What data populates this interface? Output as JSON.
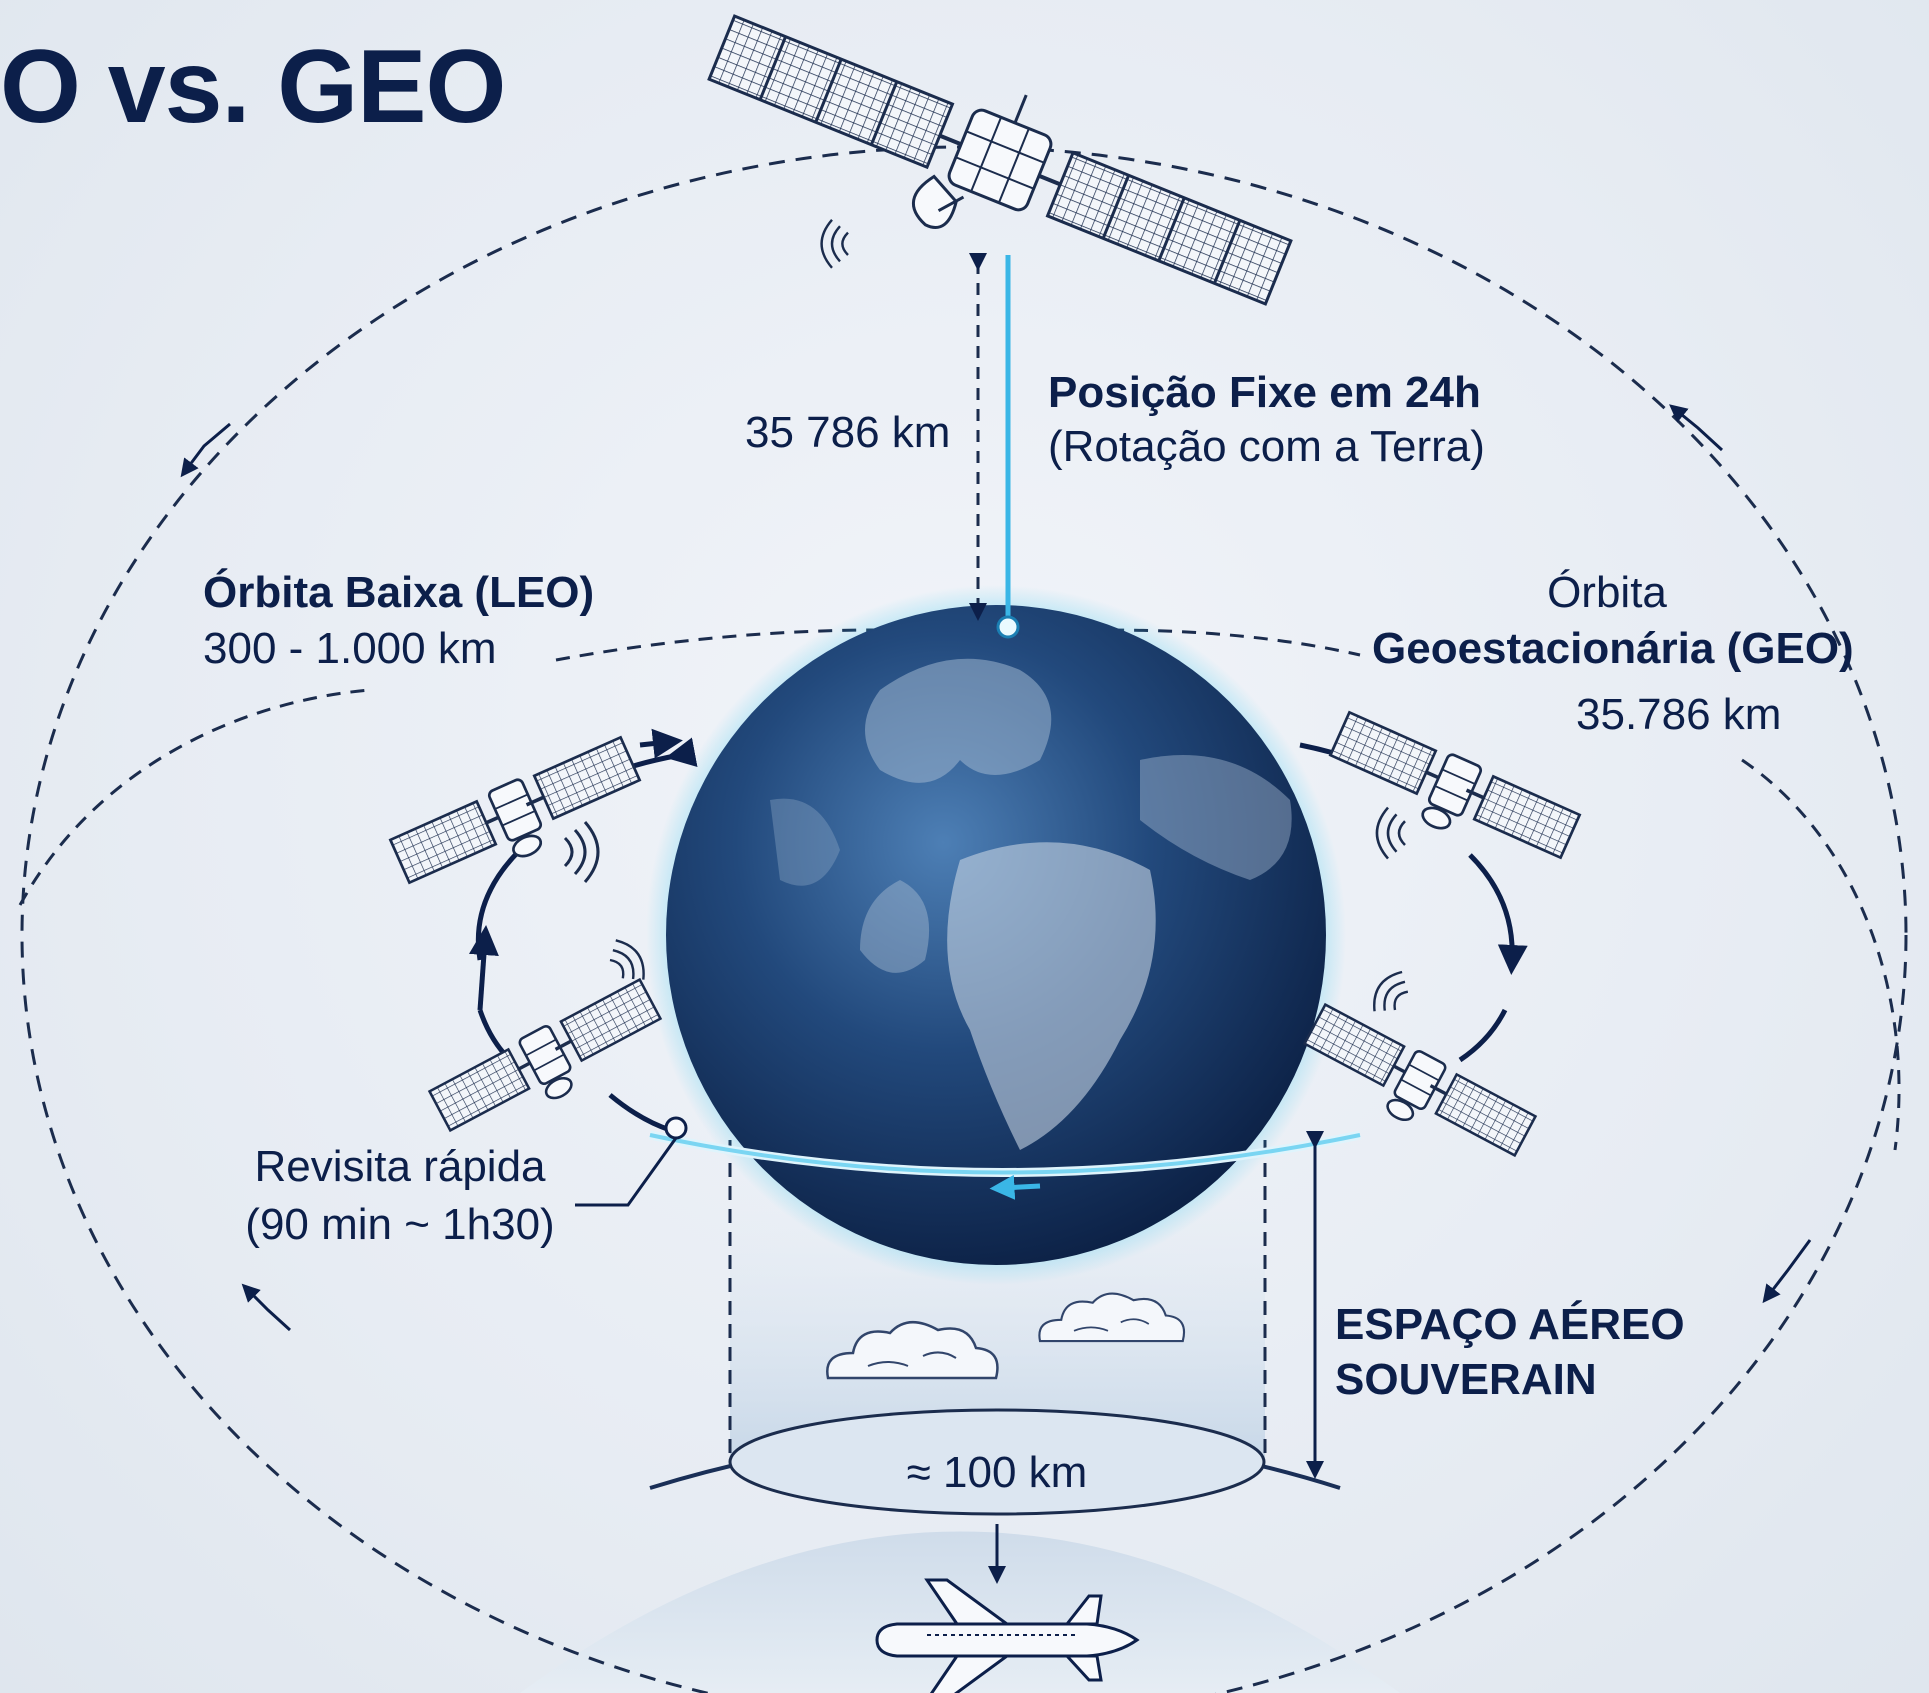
{
  "title": "O vs. GEO",
  "geo_top": {
    "distance": "35 786 km",
    "fixed_title": "Posição Fixe em 24h",
    "fixed_sub": "(Rotação com a Terra)"
  },
  "leo": {
    "title": "Órbita Baixa (LEO)",
    "range": "300 - 1.000 km",
    "revisit_title": "Revisita rápida",
    "revisit_sub": "(90 min ~ 1h30)"
  },
  "geo": {
    "title_line1": "Órbita",
    "title_line2": "Geoestacionária (GEO)",
    "distance": "35.786 km"
  },
  "airspace": {
    "line1": "ESPAÇO AÉREO",
    "line2": "SOUVERAIN",
    "height": "≈ 100 km"
  },
  "colors": {
    "navy": "#0c1f4a",
    "glow": "#37c8f0",
    "earth_dark": "#0b2146",
    "earth_mid": "#2c5c92"
  },
  "icons": [
    "satellite-icon",
    "antenna-signal-icon",
    "cloud-icon",
    "airplane-icon",
    "earth-globe"
  ]
}
